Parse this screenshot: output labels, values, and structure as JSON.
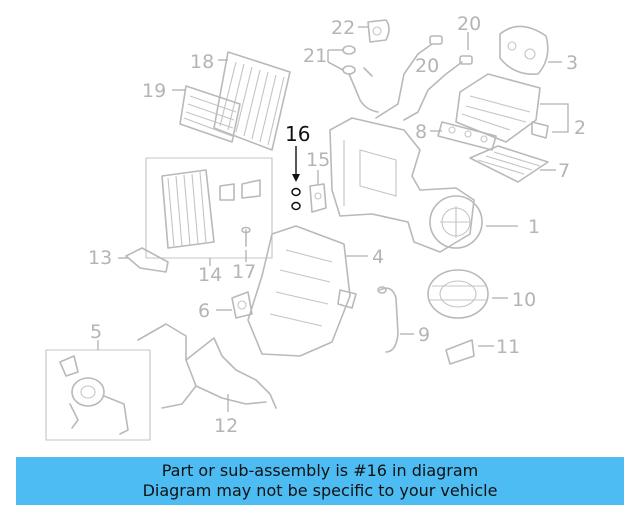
{
  "callouts": {
    "c1": "1",
    "c2": "2",
    "c3": "3",
    "c4": "4",
    "c5": "5",
    "c6": "6",
    "c7": "7",
    "c8": "8",
    "c9": "9",
    "c10": "10",
    "c11": "11",
    "c12": "12",
    "c13": "13",
    "c14": "14",
    "c15": "15",
    "c16": "16",
    "c17": "17",
    "c18": "18",
    "c19": "19",
    "c20a": "20",
    "c20b": "20",
    "c21": "21",
    "c22": "22"
  },
  "highlighted_part": "16",
  "colors": {
    "highlight": "#111111",
    "parts": "#b9b9b9",
    "banner": "#4dbcf3"
  },
  "banner": {
    "line1": "Part or sub-assembly is #16 in diagram",
    "line2": "Diagram may not be specific to your vehicle"
  }
}
